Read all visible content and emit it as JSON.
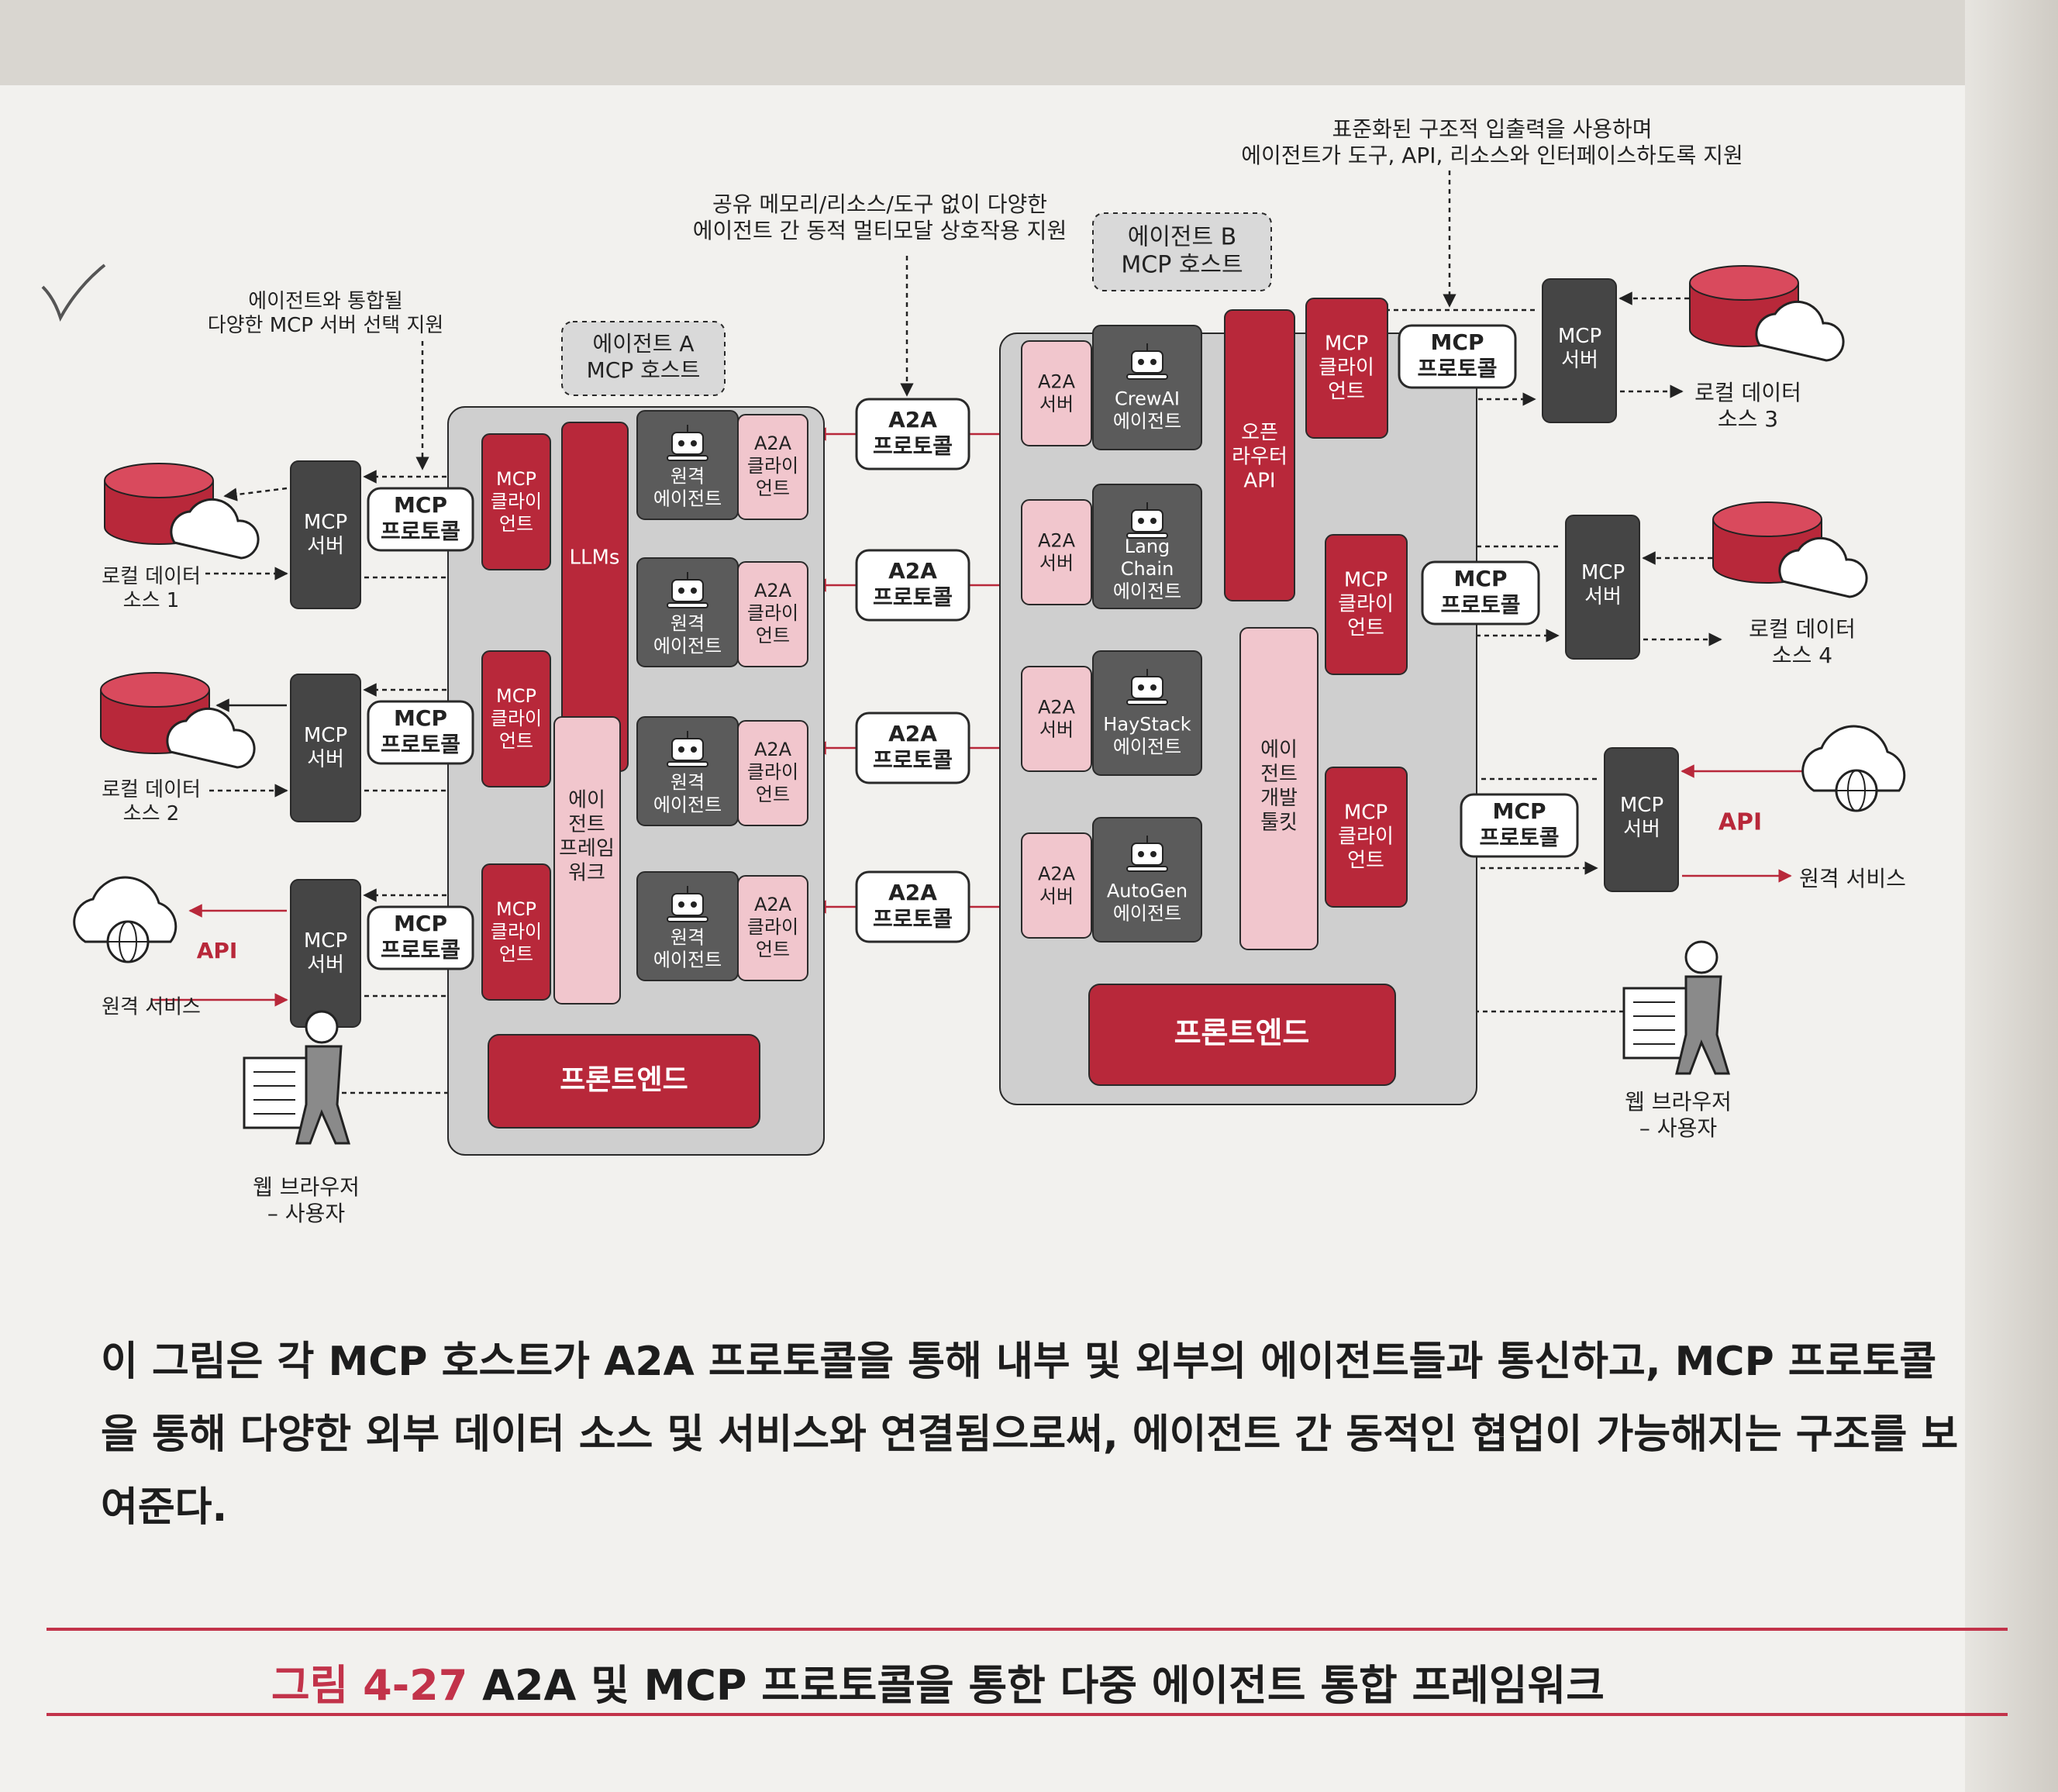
{
  "notes": {
    "mcp_selection": [
      "에이전트와 통합될",
      "다양한 MCP 서버 선택 지원"
    ],
    "shared_memory": [
      "공유 메모리/리소스/도구 없이 다양한",
      "에이전트 간 동적 멀티모달 상호작용 지원"
    ],
    "standardized_io": [
      "표준화된 구조적 입출력을 사용하며",
      "에이전트가 도구, API, 리소스와 인터페이스하도록 지원"
    ]
  },
  "host_a": {
    "label": [
      "에이전트 A",
      "MCP 호스트"
    ],
    "llms": "LLMs",
    "framework": [
      "에이",
      "전트",
      "프레임",
      "워크"
    ],
    "frontend": "프론트엔드",
    "agents": [
      {
        "agent": [
          "원격",
          "에이전트"
        ],
        "client": [
          "A2A",
          "클라이",
          "언트"
        ]
      },
      {
        "agent": [
          "원격",
          "에이전트"
        ],
        "client": [
          "A2A",
          "클라이",
          "언트"
        ]
      },
      {
        "agent": [
          "원격",
          "에이전트"
        ],
        "client": [
          "A2A",
          "클라이",
          "언트"
        ]
      },
      {
        "agent": [
          "원격",
          "에이전트"
        ],
        "client": [
          "A2A",
          "클라이",
          "언트"
        ]
      }
    ],
    "mcp_clients": [
      [
        "MCP",
        "클라이",
        "언트"
      ],
      [
        "MCP",
        "클라이",
        "언트"
      ],
      [
        "MCP",
        "클라이",
        "언트"
      ]
    ]
  },
  "host_b": {
    "label": [
      "에이전트 B",
      "MCP 호스트"
    ],
    "open_router": [
      "오픈",
      "라우터",
      "API"
    ],
    "dev_toolkit": [
      "에이",
      "전트",
      "개발",
      "툴킷"
    ],
    "frontend": "프론트엔드",
    "agents": [
      {
        "server": [
          "A2A",
          "서버"
        ],
        "agent": [
          "CrewAI",
          "에이전트"
        ]
      },
      {
        "server": [
          "A2A",
          "서버"
        ],
        "agent": [
          "Lang",
          "Chain",
          "에이전트"
        ]
      },
      {
        "server": [
          "A2A",
          "서버"
        ],
        "agent": [
          "HayStack",
          "에이전트"
        ]
      },
      {
        "server": [
          "A2A",
          "서버"
        ],
        "agent": [
          "AutoGen",
          "에이전트"
        ]
      }
    ],
    "mcp_clients": [
      [
        "MCP",
        "클라이",
        "언트"
      ],
      [
        "MCP",
        "클라이",
        "언트"
      ],
      [
        "MCP",
        "클라이",
        "언트"
      ]
    ]
  },
  "a2a_protocol": [
    "A2A",
    "프로토콜"
  ],
  "mcp_protocol": [
    "MCP",
    "프로토콜"
  ],
  "mcp_server": [
    "MCP",
    "서버"
  ],
  "api": "API",
  "left_sources": [
    [
      "로컬 데이터",
      "소스 1"
    ],
    [
      "로컬 데이터",
      "소스 2"
    ],
    [
      "원격 서비스"
    ]
  ],
  "right_sources": [
    [
      "로컬 데이터",
      "소스 3"
    ],
    [
      "로컬 데이터",
      "소스 4"
    ],
    [
      "원격 서비스"
    ]
  ],
  "user": [
    "웹 브라우저",
    "– 사용자"
  ],
  "caption": "이 그림은 각 MCP 호스트가 A2A 프로토콜을 통해 내부 및 외부의 에이전트들과 통신하고, MCP 프로토콜을 통해 다양한 외부 데이터 소스 및 서비스와 연결됨으로써, 에이전트 간 동적인 협업이 가능해지는 구조를 보여준다.",
  "figure": {
    "number": "그림 4-27",
    "title": "A2A 및 MCP 프로토콜을 통한 다중 에이전트 통합 프레임워크"
  },
  "colors": {
    "dark_red": "#b8283a",
    "light_pink": "#f1c6cd",
    "mid_pink": "#e79aa8",
    "dark_gray": "#454545",
    "host_gray": "#cfcfcf"
  }
}
